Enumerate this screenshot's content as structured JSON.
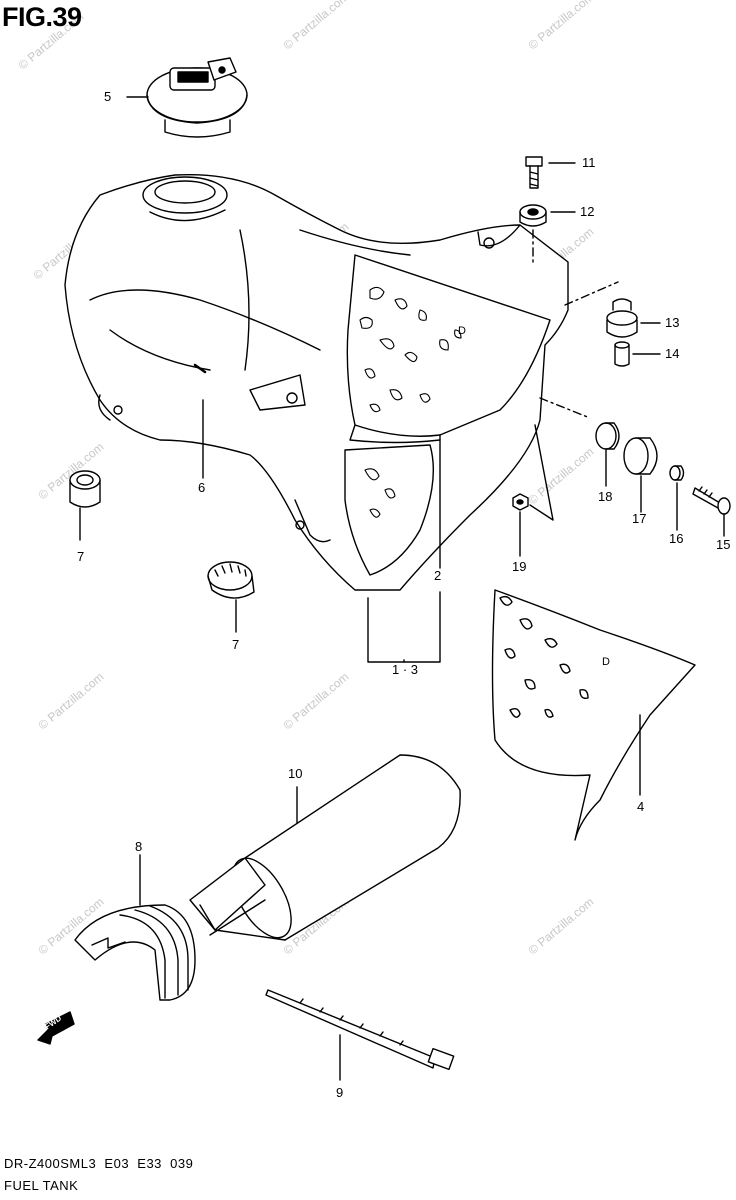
{
  "figure": {
    "title": "FIG.39",
    "model_code": "DR-Z400SML3  E03  E33  039",
    "name": "FUEL TANK"
  },
  "watermark": "© Partzilla.com",
  "callouts": {
    "c1": "11",
    "c2": "12",
    "c3": "13",
    "c4": "14",
    "c5": "15",
    "c6": "16",
    "c7": "17",
    "c8": "18",
    "c9": "19",
    "c10": "5",
    "c11": "6",
    "c12": "7",
    "c13": "7",
    "c14": "2",
    "c15": "1 · 3",
    "c16": "4",
    "c17": "10",
    "c18": "8",
    "c19": "9"
  },
  "fwd_label": "FWD",
  "colors": {
    "line": "#000000",
    "watermark": "#c8c8c8",
    "background": "#ffffff"
  }
}
